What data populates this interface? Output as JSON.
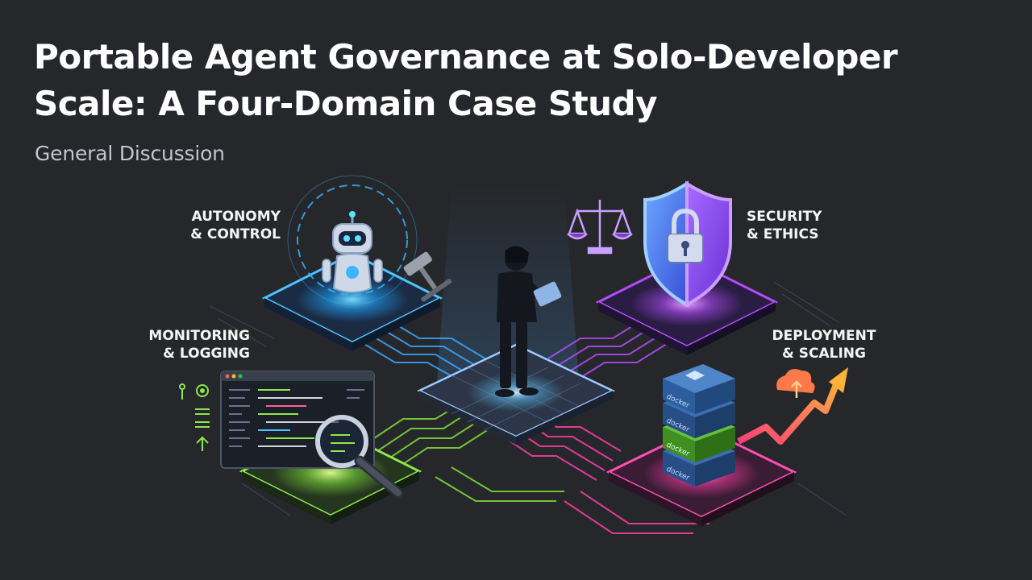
{
  "slide": {
    "title_line1": "Portable Agent Governance at Solo-Developer",
    "title_line2": "Scale: A Four-Domain Case Study",
    "subtitle": "General Discussion"
  },
  "domains": {
    "autonomy": {
      "line1": "AUTONOMY",
      "line2": "& CONTROL",
      "color": "#38b6ff"
    },
    "security": {
      "line1": "SECURITY",
      "line2": "& ETHICS",
      "color": "#a855f7"
    },
    "monitoring": {
      "line1": "MONITORING",
      "line2": "& LOGGING",
      "color": "#84e83a"
    },
    "deployment": {
      "line1": "DEPLOYMENT",
      "line2": "& SCALING",
      "color": "#ec4899"
    }
  },
  "docker_labels": [
    "docker",
    "docker",
    "docker",
    "docker"
  ],
  "icons": [
    "robot-icon",
    "gavel-icon",
    "scales-icon",
    "shield-lock-icon",
    "person-tablet-icon",
    "code-terminal-icon",
    "magnifier-icon",
    "docker-stack-icon",
    "cloud-icon",
    "growth-arrow-icon"
  ]
}
